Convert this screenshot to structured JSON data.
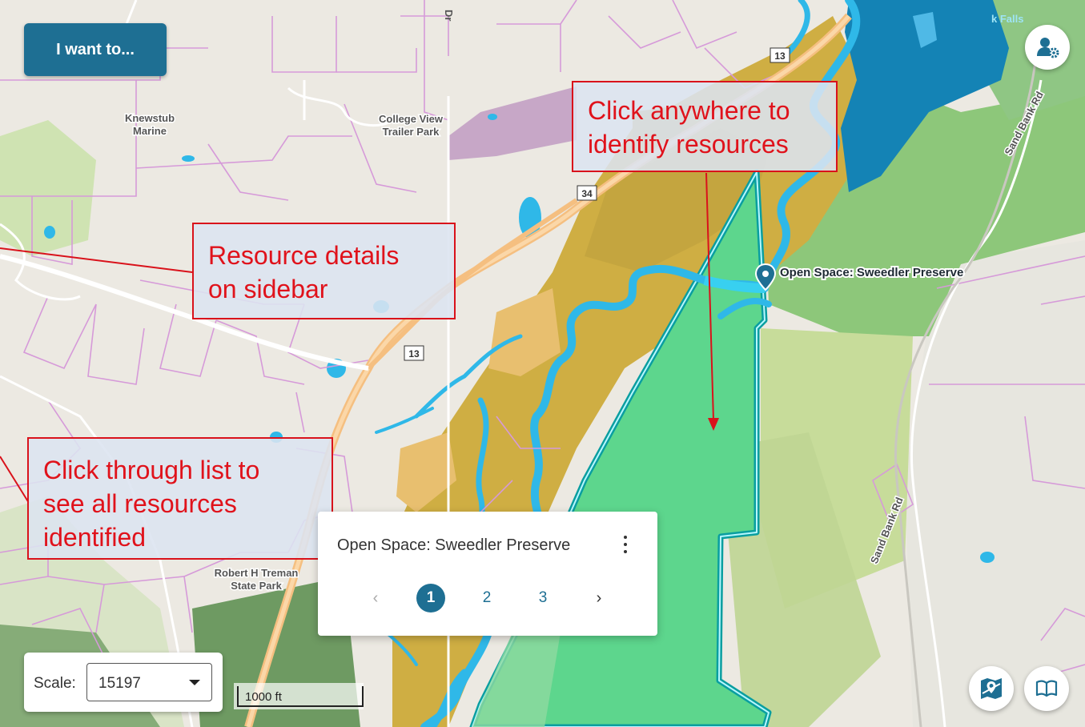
{
  "toolbar": {
    "want_label": "I want to..."
  },
  "map_labels": {
    "knewstub_1": "Knewstub",
    "knewstub_2": "Marine",
    "college_1": "College View",
    "college_2": "Trailer Park",
    "treman_1": "Robert H Treman",
    "treman_2": "State  Park",
    "falls": "k Falls",
    "sand_bank_1": "Sand Bank Rd",
    "sand_bank_2": "Sand Bank Rd",
    "dr": "Dr",
    "marker": "Open Space: Sweedler Preserve",
    "route_13a": "13",
    "route_13b": "13",
    "route_34": "34"
  },
  "callouts": {
    "identify_1": "Click anywhere to",
    "identify_2": "identify resources",
    "details_1": "Resource details",
    "details_2": "on sidebar",
    "list_1": "Click through list to",
    "list_2": "see all resources",
    "list_3": "identified"
  },
  "popup": {
    "title": "Open Space: Sweedler Preserve",
    "pages": [
      "1",
      "2",
      "3"
    ],
    "current_page": "1",
    "prev": "‹",
    "next": "›"
  },
  "scale": {
    "label": "Scale:",
    "value": "15197"
  },
  "scalebar": {
    "label": "1000 ft"
  },
  "icons": [
    "user-settings-icon",
    "basemap-icon",
    "book-icon",
    "more-vert-icon",
    "chevron-down-icon",
    "map-pin-icon"
  ],
  "colors": {
    "accent": "#1e6f93",
    "callout": "#e0121b",
    "water": "#2fb8e8",
    "preserve": "#5dd68d"
  }
}
